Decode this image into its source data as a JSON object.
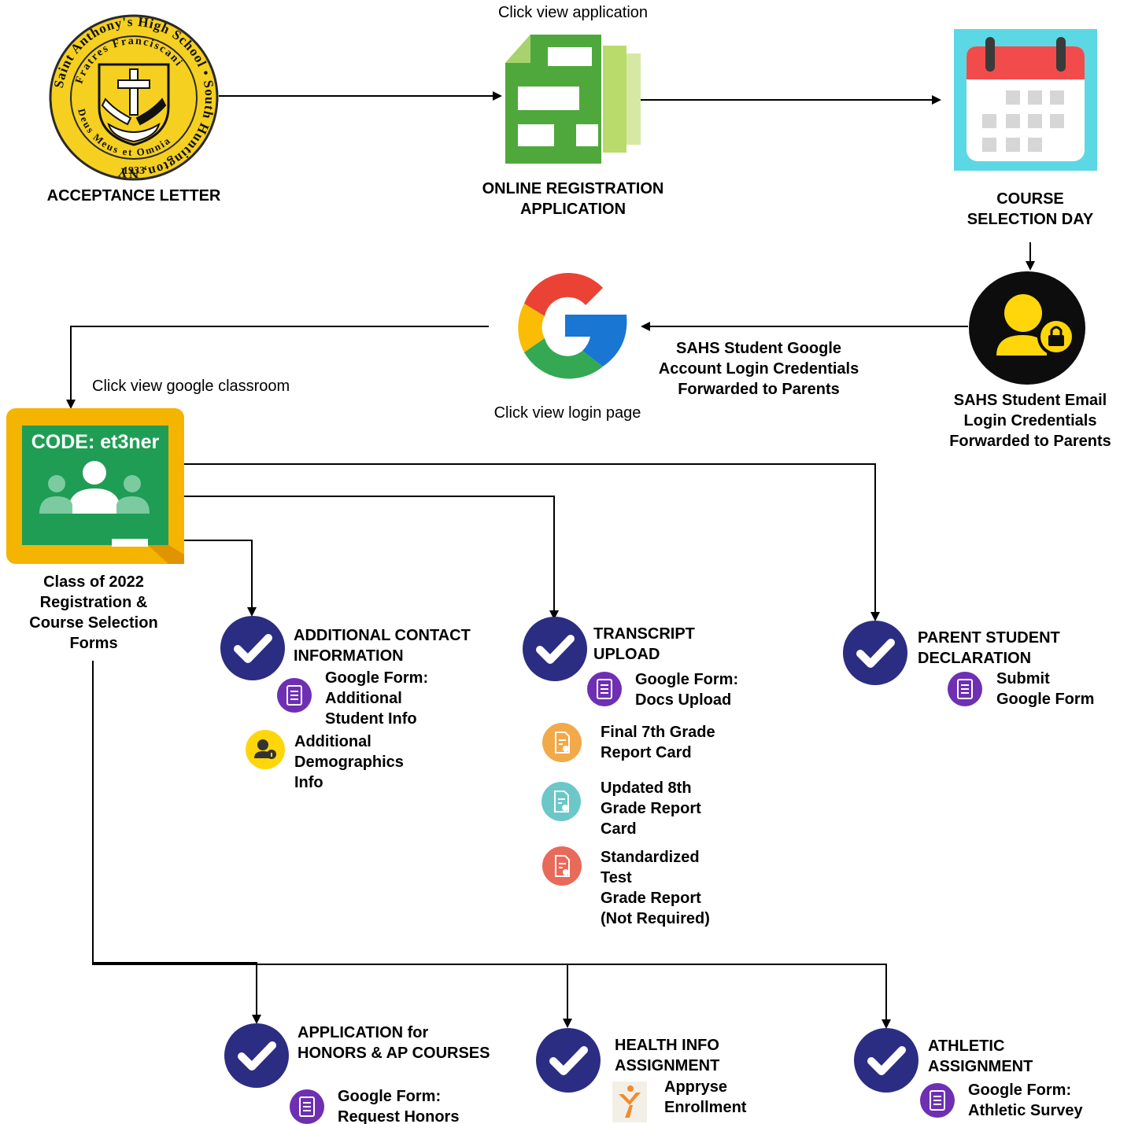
{
  "title_notes": {
    "click_application": "Click view application",
    "click_login": "Click view login page",
    "click_classroom": "Click view google classroom"
  },
  "seal": {
    "ring_text_top": "Saint Anthony's High School • South Huntington, NY",
    "inner_text_top": "Fratres Franciscani",
    "inner_text_bottom": "Deus Meus et Omnia",
    "year": "1933"
  },
  "steps": {
    "acceptance_letter": "ACCEPTANCE LETTER",
    "online_registration": "ONLINE REGISTRATION\nAPPLICATION",
    "course_selection_day": "COURSE\nSELECTION DAY",
    "email_credentials": "SAHS Student Email\nLogin Credentials\nForwarded to Parents",
    "google_credentials": "SAHS Student Google\nAccount Login Credentials\nForwarded to Parents",
    "classroom_code": "CODE: et3ner",
    "classroom_label": "Class of 2022\nRegistration &\nCourse Selection\nForms"
  },
  "tasks": {
    "contact": {
      "title": "ADDITIONAL CONTACT\nINFORMATION",
      "form": "Google Form:\nAdditional\nStudent Info",
      "demographics": "Additional\nDemographics\nInfo"
    },
    "transcript": {
      "title": "TRANSCRIPT\nUPLOAD",
      "form": "Google Form:\nDocs Upload",
      "grade7": "Final 7th Grade\nReport Card",
      "grade8": "Updated 8th\nGrade Report\nCard",
      "standardized": "Standardized\nTest\nGrade Report\n(Not Required)"
    },
    "declaration": {
      "title": "PARENT STUDENT\nDECLARATION",
      "form": "Submit\nGoogle Form"
    },
    "honors": {
      "title": "APPLICATION for\nHONORS & AP COURSES",
      "form": "Google Form:\nRequest Honors"
    },
    "health": {
      "title": "HEALTH INFO\nASSIGNMENT",
      "form": "Appryse\nEnrollment"
    },
    "athletic": {
      "title": "ATHLETIC\nASSIGNMENT",
      "form": "Google Form:\nAthletic Survey"
    }
  },
  "colors": {
    "check_navy": "#2b2d83",
    "form_purple": "#6e2fb3",
    "seal_gold": "#f5d020",
    "classroom_green": "#1f9d55",
    "classroom_frame": "#f4b400",
    "calendar_cyan": "#5bd8e3",
    "calendar_red": "#f24b4b",
    "report_orange": "#f2a94a",
    "report_teal": "#6cc7c9",
    "report_red": "#e86a5a",
    "demographics_yellow": "#ffd60a"
  },
  "icons": [
    "seal-logo",
    "google-forms-logo",
    "calendar-icon",
    "locked-user-icon",
    "google-g-logo",
    "google-classroom-logo",
    "check-circle-icon",
    "form-document-icon",
    "report-card-icon",
    "demographics-user-icon",
    "appryse-logo"
  ]
}
